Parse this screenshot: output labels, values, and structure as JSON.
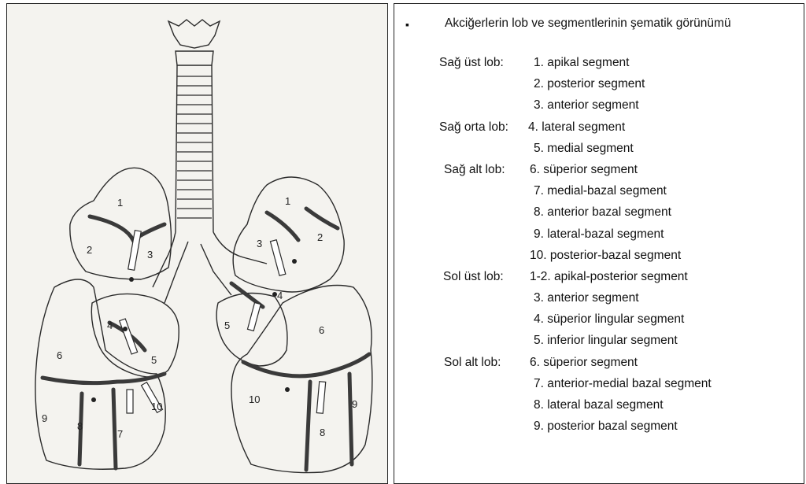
{
  "diagram": {
    "segment_numbers": [
      "1",
      "2",
      "3",
      "4",
      "5",
      "6",
      "7",
      "8",
      "9",
      "10",
      "1",
      "2",
      "3",
      "4",
      "5",
      "6",
      "8",
      "9",
      "10"
    ]
  },
  "legend": {
    "bullet": "▪",
    "heading": "Akciğerlerin lob ve segmentlerinin şematik görünümü",
    "rows": [
      {
        "lobe": "Sağ üst lob:",
        "segment": "1. apikal segment"
      },
      {
        "lobe": "",
        "segment": "2. posterior segment"
      },
      {
        "lobe": "",
        "segment": "3. anterior segment"
      },
      {
        "lobe": "Sağ orta lob:",
        "segment": "4. lateral segment"
      },
      {
        "lobe": "",
        "segment": "5. medial segment"
      },
      {
        "lobe": "Sağ alt lob:",
        "segment": "6. süperior segment"
      },
      {
        "lobe": "",
        "segment": "7. medial-bazal segment"
      },
      {
        "lobe": "",
        "segment": "8. anterior bazal segment"
      },
      {
        "lobe": "",
        "segment": "9. lateral-bazal segment"
      },
      {
        "lobe": "",
        "segment": "10. posterior-bazal segment"
      },
      {
        "lobe": "Sol üst lob:",
        "segment": "1-2. apikal-posterior segment"
      },
      {
        "lobe": "",
        "segment": "3. anterior segment"
      },
      {
        "lobe": "",
        "segment": "4. süperior lingular segment"
      },
      {
        "lobe": "",
        "segment": "5. inferior lingular segment"
      },
      {
        "lobe": "Sol alt lob:",
        "segment": "6. süperior segment"
      },
      {
        "lobe": "",
        "segment": "7. anterior-medial bazal segment"
      },
      {
        "lobe": "",
        "segment": "8. lateral bazal segment"
      },
      {
        "lobe": "",
        "segment": "9. posterior bazal segment"
      }
    ]
  }
}
